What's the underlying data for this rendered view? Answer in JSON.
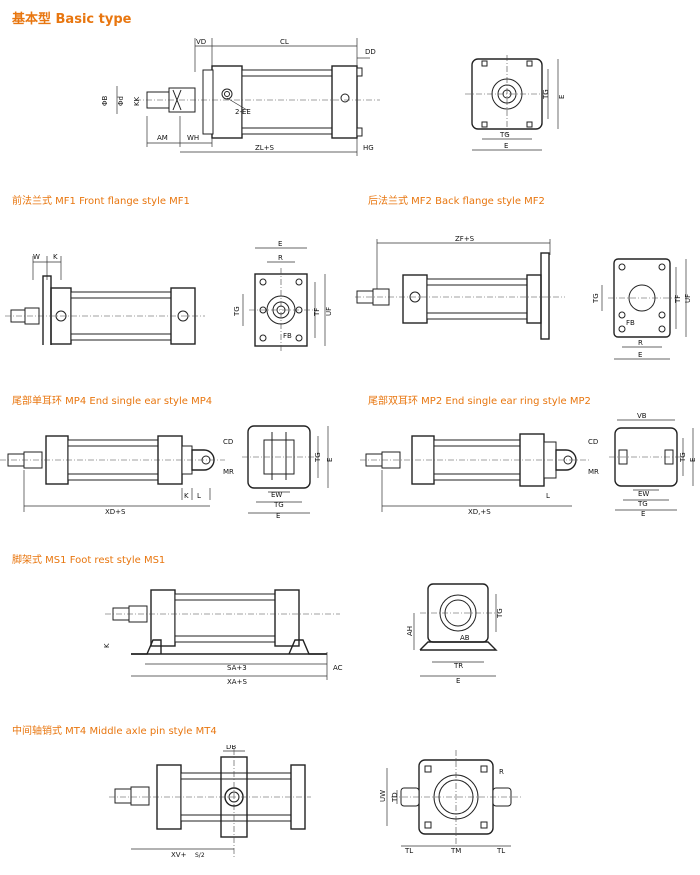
{
  "sections": {
    "basic": {
      "title": "基本型  Basic type"
    },
    "mf1": {
      "title": "前法兰式  MF1  Front flange style MF1"
    },
    "mf2": {
      "title": "后法兰式  MF2  Back flange style MF2"
    },
    "mp4": {
      "title": "尾部单耳环  MP4  End single ear style MP4"
    },
    "mp2": {
      "title": "尾部双耳环  MP2  End single ear ring style MP2"
    },
    "ms1": {
      "title": "脚架式  MS1  Foot rest style MS1"
    },
    "mt4": {
      "title": "中间轴销式  MT4  Middle axle pin style MT4"
    }
  },
  "labels": {
    "VD": "VD",
    "CL": "CL",
    "DD": "DD",
    "OB": "ΦB",
    "OD": "Φd",
    "KK": "KK",
    "EE": "2-EE",
    "AM": "AM",
    "WH": "WH",
    "ZLS": "ZL+S",
    "HG": "HG",
    "TG": "TG",
    "E": "E",
    "W": "W",
    "K": "K",
    "R": "R",
    "FB": "FB",
    "TF": "TF",
    "UF": "UF",
    "ZFS": "ZF+S",
    "CD": "CD",
    "MR": "MR",
    "L": "L",
    "XDS": "XD+S",
    "EW": "EW",
    "VB": "VB",
    "XD2": "XD,+S",
    "AH": "AH",
    "AB": "AB",
    "TR": "TR",
    "SA": "SA+3",
    "XA": "XA+S",
    "AC": "AC",
    "DB": "DB",
    "XV": "XV+",
    "XVfrac": "S/2",
    "UW": "UW",
    "TD": "TD",
    "TL": "TL",
    "TM": "TM"
  },
  "colors": {
    "title": "#e8760f",
    "line": "#222222"
  }
}
